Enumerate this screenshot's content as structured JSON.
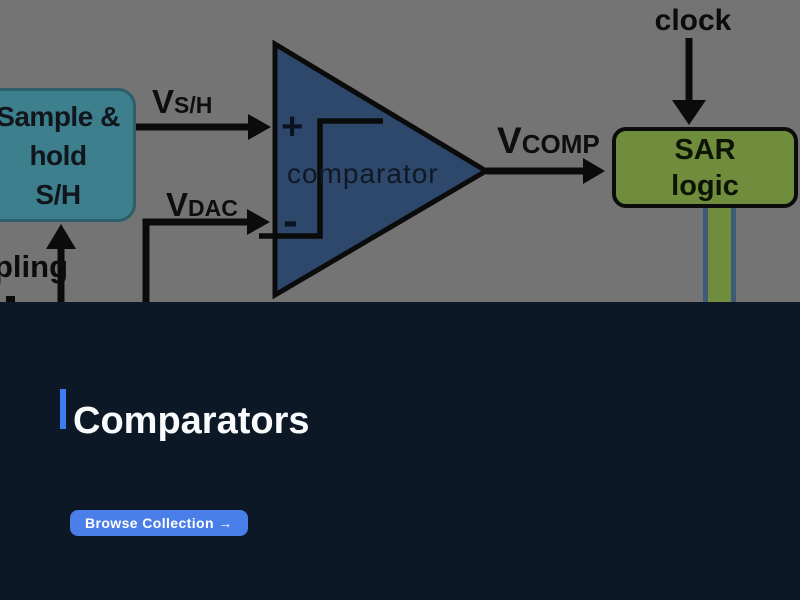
{
  "diagram": {
    "sample_hold": {
      "lines": [
        "Sample &",
        "hold",
        "S/H"
      ]
    },
    "signals": {
      "vsh": {
        "main": "V",
        "sub": "S/H"
      },
      "vdac": {
        "main": "V",
        "sub": "DAC"
      },
      "vcomp": {
        "main": "V",
        "sub": "COMP"
      }
    },
    "comparator": {
      "plus": "+",
      "minus": "-",
      "label": "comparator"
    },
    "sar": {
      "lines": [
        "SAR",
        "logic"
      ]
    },
    "clock_label": "clock",
    "sampling_fragment": "pling"
  },
  "hero": {
    "title": "Comparators",
    "button_label": "Browse Collection →"
  },
  "colors": {
    "diagram_bg": "#747474",
    "sample_hold_fill": "#3d7f8d",
    "sample_hold_border": "#2c5f6b",
    "comparator_fill": "#2d486b",
    "sar_fill": "#6f8d3c",
    "stem_border": "#3f5a77",
    "line_color": "#0b0b0b",
    "hero_bg": "#0d1827",
    "accent": "#3e7cf2",
    "button_bg": "#4a7fe9",
    "title_color": "#f8fafc"
  }
}
